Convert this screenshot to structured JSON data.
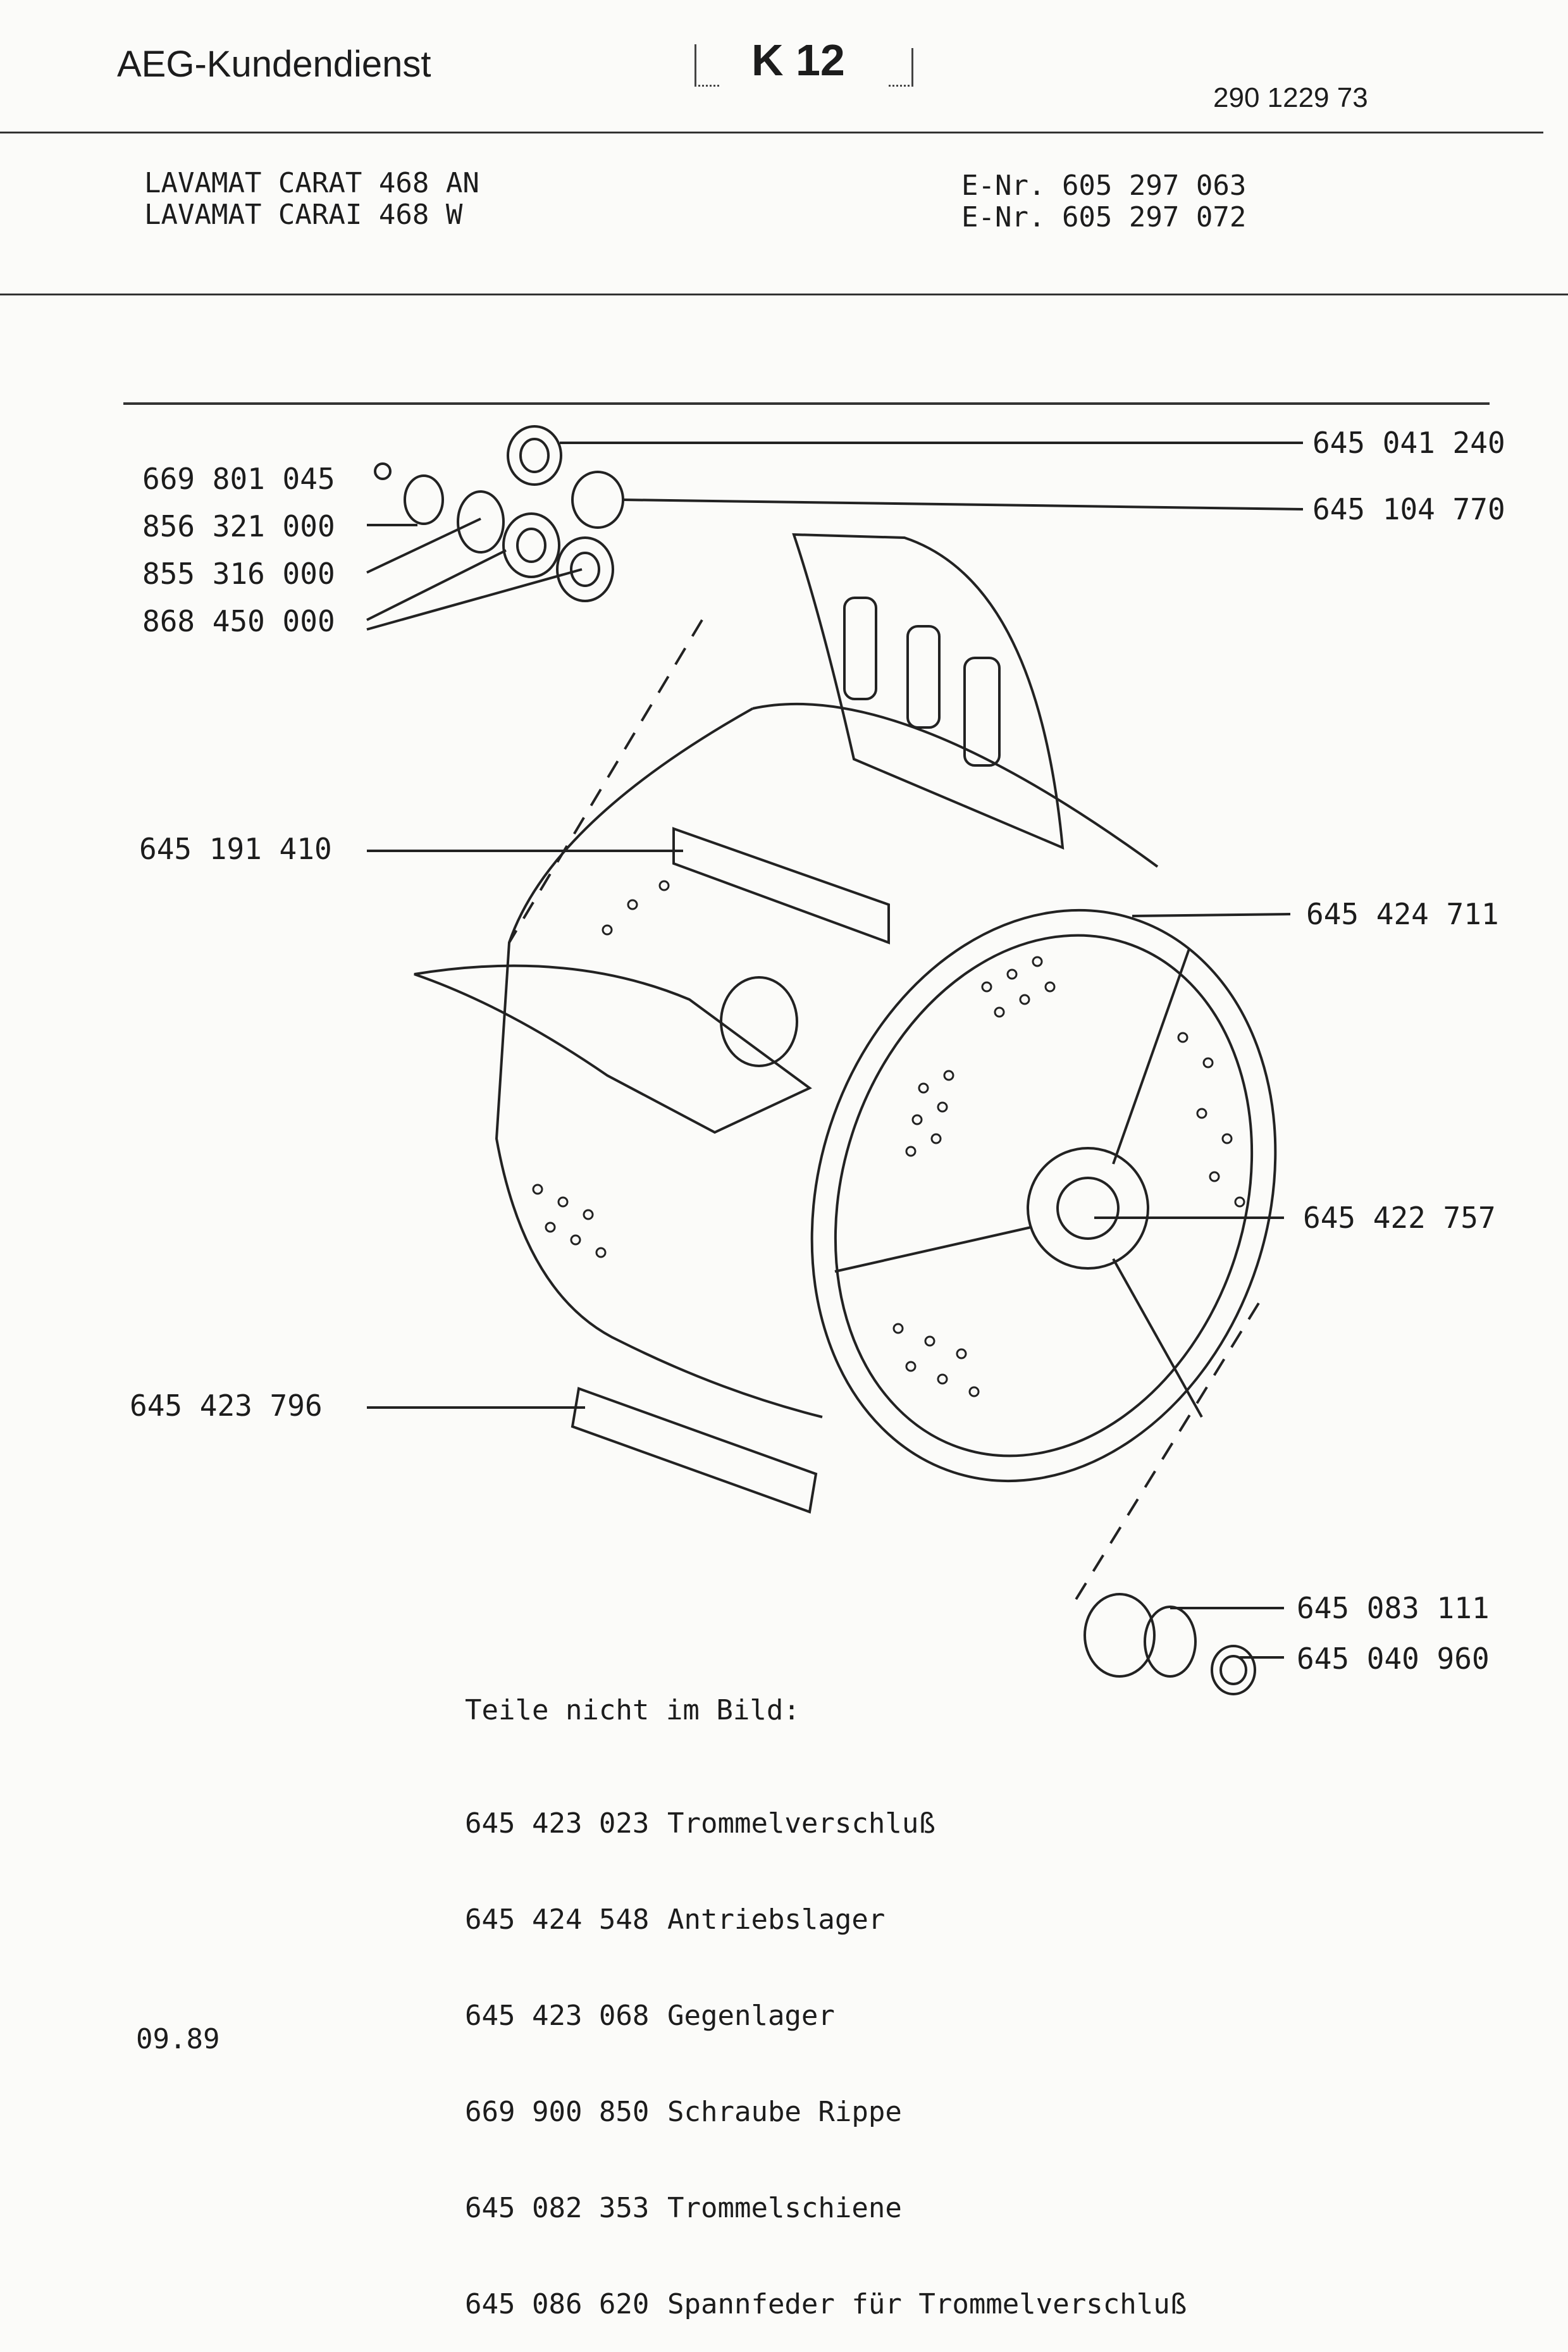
{
  "header": {
    "brand": "AEG-Kundendienst",
    "section_code": "K 12",
    "document_number": "290 1229 73"
  },
  "models": [
    {
      "name": "LAVAMAT CARAT 468 AN",
      "e_nr": "E-Nr. 605 297 063"
    },
    {
      "name": "LAVAMAT CARAI 468 W",
      "e_nr": "E-Nr. 605 297 072"
    }
  ],
  "callouts_left": [
    "669 801 045",
    "856 321 000",
    "855 316 000",
    "868 450 000",
    "645 191 410",
    "645 423 796"
  ],
  "callouts_right": [
    "645 041 240",
    "645 104 770",
    "645 424 711",
    "645 422 757",
    "645 083 111",
    "645 040 960"
  ],
  "parts_not_shown": {
    "title": "Teile nicht im Bild:",
    "items": [
      {
        "number": "645 423 023",
        "name": "Trommelverschluß"
      },
      {
        "number": "645 424 548",
        "name": "Antriebslager"
      },
      {
        "number": "645 423 068",
        "name": "Gegenlager"
      },
      {
        "number": "669 900 850",
        "name": "Schraube Rippe"
      },
      {
        "number": "645 082 353",
        "name": "Trommelschiene"
      },
      {
        "number": "645 086 620",
        "name": "Spannfeder für Trommelverschluß"
      }
    ]
  },
  "footer": {
    "date": "09.89"
  }
}
